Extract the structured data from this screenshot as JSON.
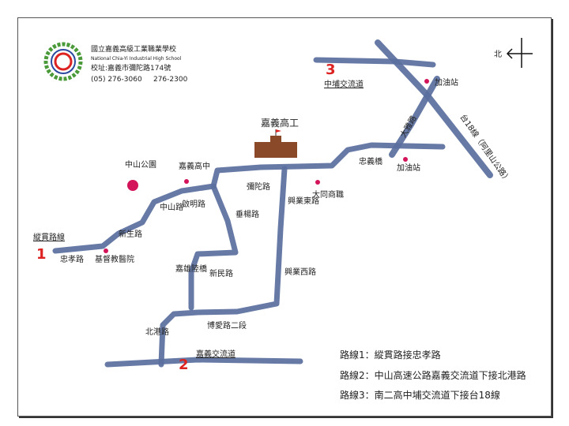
{
  "school": {
    "name": "國立嘉義高級工業職業學校",
    "english": "National Chia-Yi Industrial High School",
    "address": "校址:嘉義市彌陀路174號",
    "phone1": "(05)  276-3060",
    "phone2": "276-2300"
  },
  "compass": {
    "north": "北"
  },
  "landmarks": {
    "school": "嘉義高工",
    "park": "中山公園",
    "high_school": "嘉義高中",
    "hospital": "基督教醫院",
    "datong": "大同商職",
    "gas1": "加油站",
    "gas2": "加油站"
  },
  "roads": {
    "zongguan": "縱貫路線",
    "zhongxiao": "忠孝路",
    "xinsheng": "新生路",
    "zhongshan": "中山路",
    "qiming": "啟明路",
    "chuiyang": "垂楊路",
    "xinmin": "新民路",
    "jiaxiong": "嘉雄陸橋",
    "beigang": "北港路",
    "boai": "博愛路二段",
    "jiayi_ic": "嘉義交流道",
    "xingye_e": "興業東路",
    "xingye_w": "興業西路",
    "mituo": "彌陀路",
    "zhongyi": "忠義橋",
    "daya": "大雅路",
    "tai18": "台18線（阿里山公路）",
    "zhongpu_ic": "中埔交流道"
  },
  "route_markers": [
    "1",
    "2",
    "3"
  ],
  "legend": [
    "路線1：縱貫路接忠孝路",
    "路線2：中山高速公路嘉義交流道下接北港路",
    "路線3：南二高中埔交流道下接台18線"
  ],
  "colors": {
    "road": "#5a6f9e",
    "marker": "#d4145a",
    "route_number": "#dd2222"
  }
}
